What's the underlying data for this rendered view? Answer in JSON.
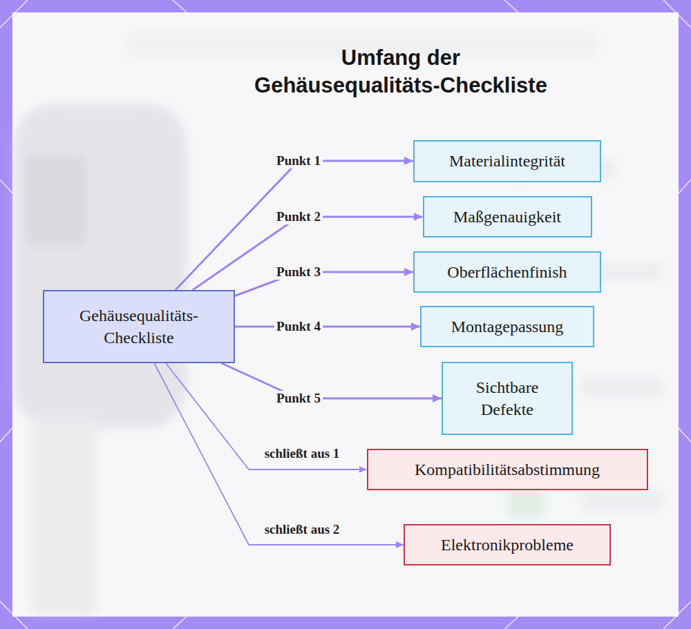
{
  "diagram": {
    "title": "Umfang der Gehäusequalitäts-Checkliste",
    "nodes": [
      {
        "text": [
          "Gehäusequalitäts-Checkliste"
        ]
      },
      {
        "text": [
          "Materialintegrität"
        ]
      },
      {
        "text": [
          "Maßgenauigkeit"
        ]
      },
      {
        "text": [
          "Oberflächenfinish"
        ]
      },
      {
        "text": [
          "Montagepassung"
        ]
      },
      {
        "text": [
          "Sichtbare Defekte"
        ]
      },
      {
        "text": [
          "Kompatibilitätsabstimmung"
        ]
      },
      {
        "text": [
          "Elektronikprobleme"
        ]
      }
    ],
    "edges": [
      {
        "from": 0,
        "to": 1,
        "arrow": "to",
        "label": "Punkt 1"
      },
      {
        "from": 0,
        "to": 2,
        "arrow": "to",
        "label": "Punkt 2"
      },
      {
        "from": 0,
        "to": 3,
        "arrow": "to",
        "label": "Punkt 3"
      },
      {
        "from": 0,
        "to": 4,
        "arrow": "to",
        "label": "Punkt 4"
      },
      {
        "from": 0,
        "to": 5,
        "arrow": "to",
        "label": "Punkt 5"
      },
      {
        "from": 0,
        "to": 6,
        "arrow": "to",
        "label": "schließt aus 1"
      },
      {
        "from": 0,
        "to": 7,
        "arrow": "to",
        "label": "schließt aus 2"
      }
    ]
  }
}
